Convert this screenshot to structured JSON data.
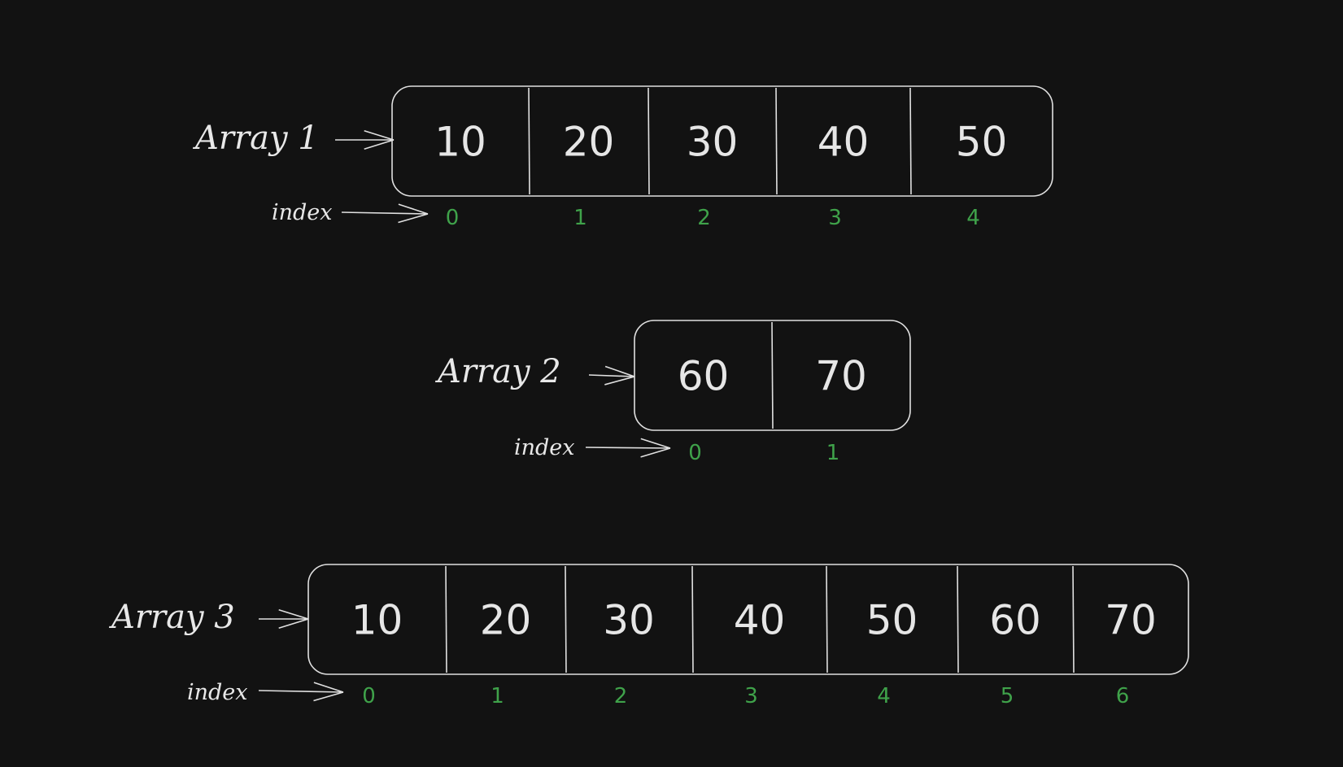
{
  "colors": {
    "background": "#121212",
    "stroke": "#e0e0e0",
    "value_text": "#e6e6e6",
    "index_text": "#3fa24a"
  },
  "arrays": [
    {
      "label": "Array 1",
      "index_label": "index",
      "values": [
        "10",
        "20",
        "30",
        "40",
        "50"
      ],
      "indices": [
        "0",
        "1",
        "2",
        "3",
        "4"
      ]
    },
    {
      "label": "Array 2",
      "index_label": "index",
      "values": [
        "60",
        "70"
      ],
      "indices": [
        "0",
        "1"
      ]
    },
    {
      "label": "Array 3",
      "index_label": "index",
      "values": [
        "10",
        "20",
        "30",
        "40",
        "50",
        "60",
        "70"
      ],
      "indices": [
        "0",
        "1",
        "2",
        "3",
        "4",
        "5",
        "6"
      ]
    }
  ]
}
